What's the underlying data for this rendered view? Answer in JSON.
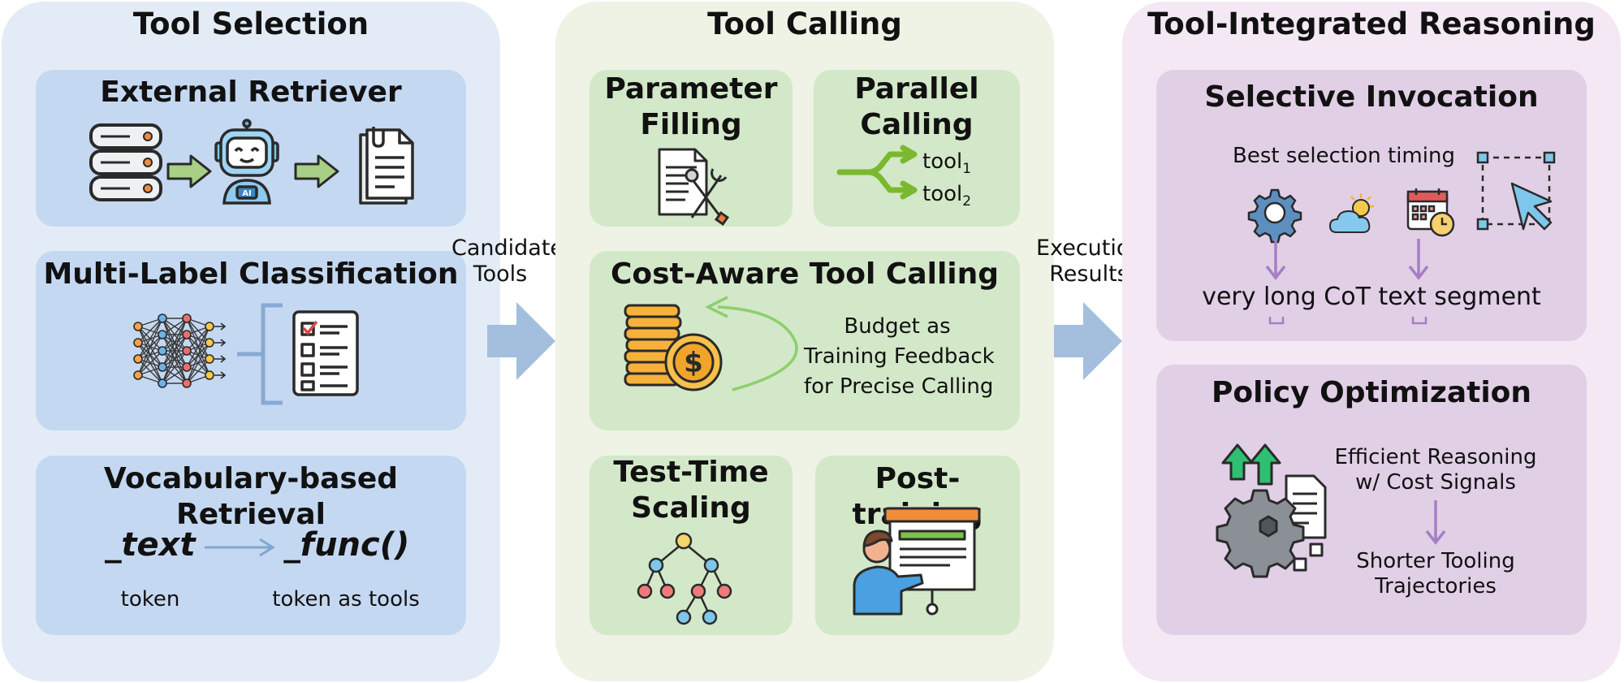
{
  "panels": {
    "tool_selection": {
      "title": "Tool Selection",
      "external_retriever": {
        "title": "External Retriever"
      },
      "multi_label": {
        "title": "Multi-Label Classification"
      },
      "vocab": {
        "title": "Vocabulary-based Retrieval",
        "left_text": "_text",
        "right_text": "_func()",
        "left_label": "token",
        "right_label": "token as tools"
      }
    },
    "tool_calling": {
      "title": "Tool Calling",
      "parameter_filling": {
        "title_line1": "Parameter",
        "title_line2": "Filling"
      },
      "parallel_calling": {
        "title_line1": "Parallel",
        "title_line2": "Calling",
        "tool_word": "tool",
        "sub1": "1",
        "sub2": "2"
      },
      "cost_aware": {
        "title": "Cost-Aware Tool Calling",
        "line1": "Budget as",
        "line2": "Training Feedback",
        "line3": "for Precise Calling"
      },
      "test_time": {
        "title_line1": "Test-Time",
        "title_line2": "Scaling"
      },
      "post_training": {
        "title": "Post-training"
      }
    },
    "tir": {
      "title": "Tool-Integrated Reasoning",
      "selective": {
        "title": "Selective Invocation",
        "timing": "Best selection timing",
        "segment": "very long CoT text segment"
      },
      "policy": {
        "title": "Policy Optimization",
        "line1": "Efficient Reasoning",
        "line2": "w/ Cost Signals",
        "line3": "Shorter Tooling",
        "line4": "Trajectories"
      }
    }
  },
  "flows": {
    "candidate_line1": "Candidate",
    "candidate_line2": "Tools",
    "execution_line1": "Execution",
    "execution_line2": "Results"
  },
  "colors": {
    "panel_blue": "#e3ecf6",
    "card_blue": "#c5d8f1",
    "panel_green": "#eef3e6",
    "card_green": "#d3e8c8",
    "panel_purple": "#f3e8f4",
    "card_purple": "#e1cfe6",
    "arrow_blue": "#a4bfdd",
    "accent_purple": "#a57fc4"
  },
  "icons": [
    "database-icon",
    "robot-icon",
    "document-icon",
    "neural-network-icon",
    "checklist-icon",
    "document-wrench-icon",
    "fork-arrow-icon",
    "coins-icon",
    "tree-icon",
    "presenter-icon",
    "gear-icon",
    "weather-icon",
    "calendar-clock-icon",
    "cursor-select-icon",
    "gear-growth-icon"
  ]
}
